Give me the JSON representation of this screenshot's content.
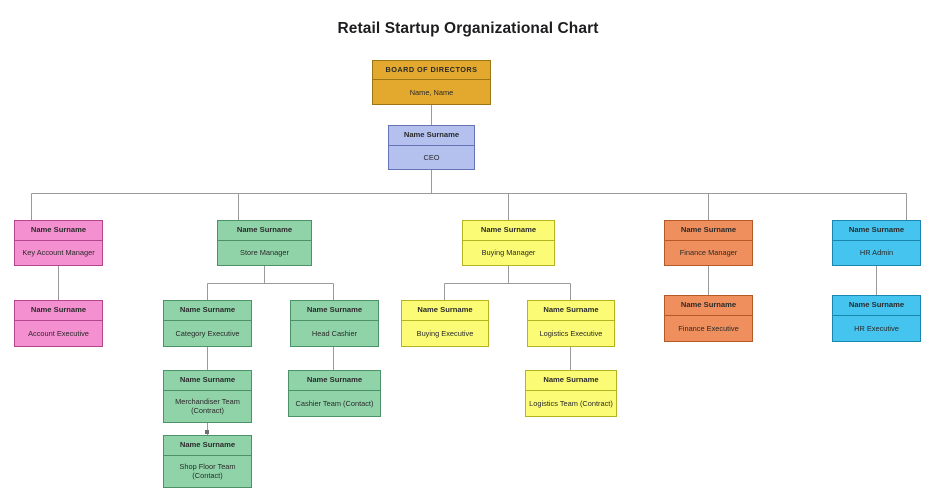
{
  "page": {
    "title": "Retail Startup Organizational Chart"
  },
  "colors": {
    "gold": "#e3a92e",
    "periwinkle": "#b4c0ee",
    "pink": "#f48fd0",
    "green": "#90d3a9",
    "yellow": "#fbfb76",
    "orange": "#ef8f5e",
    "cyan": "#45c4ef",
    "connector": "#9a9a9a",
    "background": "#ffffff",
    "text": "#2a2a2a"
  },
  "nodes": {
    "board": {
      "name": "BOARD OF DIRECTORS",
      "title": "Name, Name"
    },
    "ceo": {
      "name": "Name Surname",
      "title": "CEO"
    },
    "key_account_manager": {
      "name": "Name Surname",
      "title": "Key Account Manager"
    },
    "account_executive": {
      "name": "Name Surname",
      "title": "Account Executive"
    },
    "store_manager": {
      "name": "Name Surname",
      "title": "Store Manager"
    },
    "category_executive": {
      "name": "Name Surname",
      "title": "Category Executive"
    },
    "merchandiser_team": {
      "name": "Name Surname",
      "title": "Merchandiser Team\n(Contract)"
    },
    "shop_floor_team": {
      "name": "Name Surname",
      "title": "Shop Floor Team\n(Contact)"
    },
    "head_cashier": {
      "name": "Name Surname",
      "title": "Head Cashier"
    },
    "cashier_team": {
      "name": "Name Surname",
      "title": "Cashier Team (Contact)"
    },
    "buying_manager": {
      "name": "Name Surname",
      "title": "Buying Manager"
    },
    "buying_executive": {
      "name": "Name Surname",
      "title": "Buying Executive"
    },
    "logistics_executive": {
      "name": "Name Surname",
      "title": "Logistics Executive"
    },
    "logistics_team": {
      "name": "Name Surname",
      "title": "Logistics Team (Contract)"
    },
    "finance_manager": {
      "name": "Name Surname",
      "title": "Finance Manager"
    },
    "finance_executive": {
      "name": "Name Surname",
      "title": "Finance Executive"
    },
    "hr_admin": {
      "name": "Name Surname",
      "title": "HR Admin"
    },
    "hr_executive": {
      "name": "Name Surname",
      "title": "HR Executive"
    }
  },
  "chart_data": {
    "type": "diagram",
    "diagram_kind": "organizational-chart",
    "title": "Retail Startup Organizational Chart",
    "levels": 5,
    "node_count": 18,
    "tree": {
      "id": "board",
      "label": "BOARD OF DIRECTORS",
      "sublabel": "Name, Name",
      "color": "#e3a92e",
      "children": [
        {
          "id": "ceo",
          "label": "Name Surname",
          "sublabel": "CEO",
          "color": "#b4c0ee",
          "children": [
            {
              "id": "key_account_manager",
              "label": "Name Surname",
              "sublabel": "Key Account Manager",
              "color": "#f48fd0",
              "children": [
                {
                  "id": "account_executive",
                  "label": "Name Surname",
                  "sublabel": "Account Executive",
                  "color": "#f48fd0",
                  "children": []
                }
              ]
            },
            {
              "id": "store_manager",
              "label": "Name Surname",
              "sublabel": "Store Manager",
              "color": "#90d3a9",
              "children": [
                {
                  "id": "category_executive",
                  "label": "Name Surname",
                  "sublabel": "Category Executive",
                  "color": "#90d3a9",
                  "children": [
                    {
                      "id": "merchandiser_team",
                      "label": "Name Surname",
                      "sublabel": "Merchandiser Team (Contract)",
                      "color": "#90d3a9",
                      "children": [
                        {
                          "id": "shop_floor_team",
                          "label": "Name Surname",
                          "sublabel": "Shop Floor Team (Contact)",
                          "color": "#90d3a9",
                          "children": []
                        }
                      ]
                    }
                  ]
                },
                {
                  "id": "head_cashier",
                  "label": "Name Surname",
                  "sublabel": "Head Cashier",
                  "color": "#90d3a9",
                  "children": [
                    {
                      "id": "cashier_team",
                      "label": "Name Surname",
                      "sublabel": "Cashier Team (Contact)",
                      "color": "#90d3a9",
                      "children": []
                    }
                  ]
                }
              ]
            },
            {
              "id": "buying_manager",
              "label": "Name Surname",
              "sublabel": "Buying Manager",
              "color": "#fbfb76",
              "children": [
                {
                  "id": "buying_executive",
                  "label": "Name Surname",
                  "sublabel": "Buying Executive",
                  "color": "#fbfb76",
                  "children": []
                },
                {
                  "id": "logistics_executive",
                  "label": "Name Surname",
                  "sublabel": "Logistics Executive",
                  "color": "#fbfb76",
                  "children": [
                    {
                      "id": "logistics_team",
                      "label": "Name Surname",
                      "sublabel": "Logistics Team (Contract)",
                      "color": "#fbfb76",
                      "children": []
                    }
                  ]
                }
              ]
            },
            {
              "id": "finance_manager",
              "label": "Name Surname",
              "sublabel": "Finance Manager",
              "color": "#ef8f5e",
              "children": [
                {
                  "id": "finance_executive",
                  "label": "Name Surname",
                  "sublabel": "Finance Executive",
                  "color": "#ef8f5e",
                  "children": []
                }
              ]
            },
            {
              "id": "hr_admin",
              "label": "Name Surname",
              "sublabel": "HR Admin",
              "color": "#45c4ef",
              "children": [
                {
                  "id": "hr_executive",
                  "label": "Name Surname",
                  "sublabel": "HR Executive",
                  "color": "#45c4ef",
                  "children": []
                }
              ]
            }
          ]
        }
      ]
    }
  }
}
